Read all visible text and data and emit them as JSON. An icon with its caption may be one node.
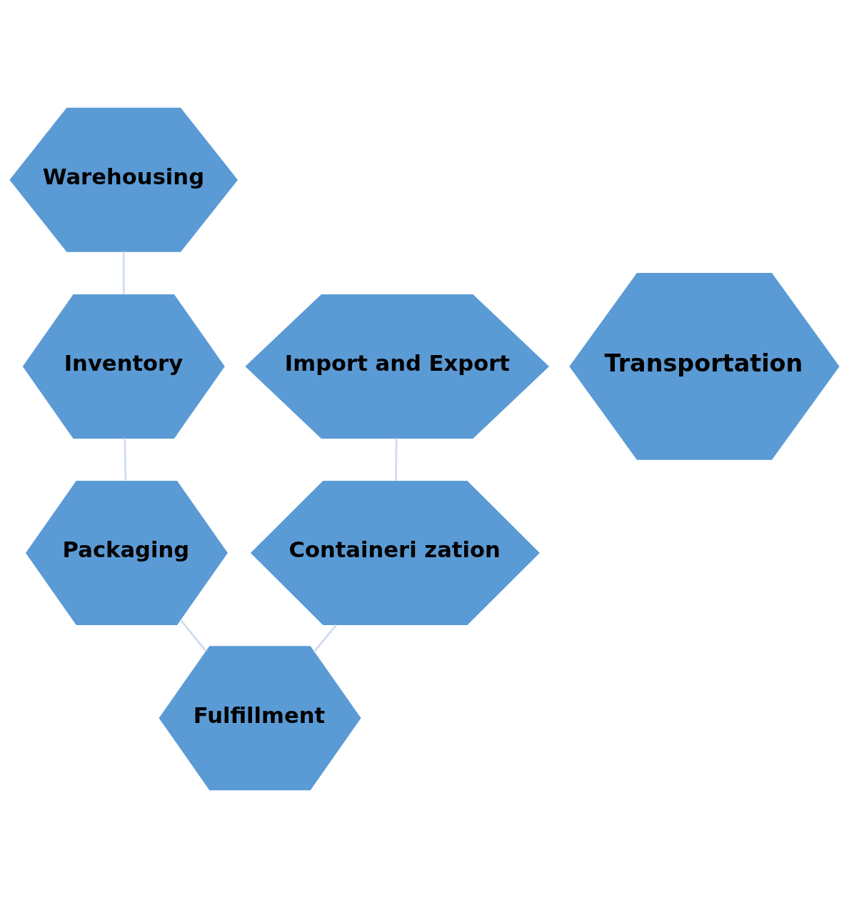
{
  "diagram": {
    "nodes": [
      {
        "text": [
          "Warehousing"
        ]
      },
      {
        "text": [
          "Import and Export"
        ]
      },
      {
        "text": [
          "Inventory"
        ]
      },
      {
        "text": [
          "Transportation"
        ]
      },
      {
        "text": [
          "Containeri zation"
        ]
      },
      {
        "text": [
          "Packaging"
        ]
      },
      {
        "text": [
          "Fulfillment"
        ]
      }
    ],
    "edges": [
      {
        "from": 0,
        "to": 2,
        "arrow": "none"
      },
      {
        "from": 2,
        "to": 5,
        "arrow": "none"
      },
      {
        "from": 5,
        "to": 6,
        "arrow": "none"
      },
      {
        "from": 6,
        "to": 4,
        "arrow": "none"
      },
      {
        "from": 4,
        "to": 1,
        "arrow": "none"
      }
    ]
  }
}
